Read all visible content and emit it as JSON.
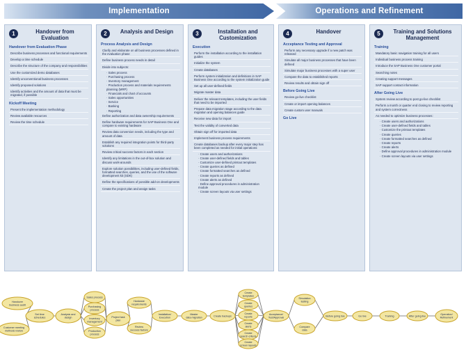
{
  "banners": {
    "implementation": "Implementation",
    "operations": "Operations and Refinement"
  },
  "columns": [
    {
      "number": "1",
      "title": "Handover from Evaluation",
      "sections": [
        {
          "heading": "Handover from Evaluation Phase",
          "items": [
            "Describe business processes and functional requirements",
            "Develop a time schedule",
            "Describe the structure of the company and responsibilities",
            "Use the customized demo databases",
            "Identify unconventional business processes",
            "Identify proposed solutions",
            "Identify activities and the amount of data that must be migrated, if possible"
          ]
        },
        {
          "heading": "Kickoff Meeting",
          "items": [
            "Present the implementation methodology",
            "Review available resources",
            "Review the time schedule"
          ]
        }
      ]
    },
    {
      "number": "2",
      "title": "Analysis and Design",
      "sections": [
        {
          "heading": "Process Analysis and Design",
          "items": [
            {
              "text": "Clarify and elaborate on all business processes defined in the evaluation phase"
            },
            {
              "text": "Define business process needs in detail"
            },
            {
              "text": "Divide into subjects:"
            },
            {
              "text": "Sales process",
              "sub": true
            },
            {
              "text": "Purchasing process",
              "sub": true
            },
            {
              "text": "Inventory management",
              "sub": true
            },
            {
              "text": "Production process and materials requirements planning (MRP)",
              "sub": true
            },
            {
              "text": "Financials and chart of accounts",
              "sub": true
            },
            {
              "text": "Sales opportunities",
              "sub": true
            },
            {
              "text": "Service",
              "sub": true
            },
            {
              "text": "Banking",
              "sub": true
            },
            {
              "text": "Reporting",
              "sub": true
            },
            {
              "text": "Define authorization and data ownership requirements"
            },
            {
              "text": "Define hardware requirements for SAP Business One and compare to existing hardware"
            },
            {
              "text": "Review data conversion needs, including the type and amount of data"
            },
            {
              "text": "Establish any required integration points for third-party solutions"
            },
            {
              "text": "Review critical success factors in each section"
            },
            {
              "text": "Identify any limitations in the out-of-box solution and discuss work-arounds"
            },
            {
              "text": "Explore solution possibilities, including user-defined fields, formatted searches, queries, and the use of the software development kit (SDK)"
            },
            {
              "text": "Define the specifications of possible add-on developments"
            },
            {
              "text": "Create the project plan and assign tasks"
            }
          ]
        }
      ]
    },
    {
      "number": "3",
      "title": "Installation and Customization",
      "sections": [
        {
          "heading": "Execution",
          "items": [
            {
              "text": "Perform the installation according to the installation guides"
            },
            {
              "text": "Initialize the system"
            },
            {
              "text": "Create databases"
            },
            {
              "text": "Perform system initialization and definitions in SAP Business One according to the system initialization guide"
            },
            {
              "text": "Set up all user-defined fields"
            },
            {
              "text": "Migrate master data"
            },
            {
              "text": "Deliver the relevant templates, including the user fields that need to be imported"
            },
            {
              "text": "Prepare data migration stage according to the data migration and opening balances guide"
            },
            {
              "text": "Receive new data for import"
            },
            {
              "text": "Test the validity of converted data"
            },
            {
              "text": "Obtain sign off for imported data"
            },
            {
              "text": "Implement business process requirements"
            },
            {
              "text": "Create databases backup after every major step has been completed as needed for initial operations:"
            },
            {
              "text": "Create users and authorizations",
              "sub": true
            },
            {
              "text": "Create user-defined fields and tables",
              "sub": true
            },
            {
              "text": "Customize user-defined printout templates",
              "sub": true
            },
            {
              "text": "Create queries as defined",
              "sub": true
            },
            {
              "text": "Create formatted searches as defined",
              "sub": true
            },
            {
              "text": "Create reports as defined",
              "sub": true
            },
            {
              "text": "Create alerts as defined",
              "sub": true
            },
            {
              "text": "Define approval procedures in administration module",
              "sub": true
            },
            {
              "text": "Create screen layouts via user settings",
              "sub": true
            }
          ]
        }
      ]
    },
    {
      "number": "4",
      "title": "Handover",
      "sections": [
        {
          "heading": "Acceptance Testing and Approval",
          "items": [
            "Perform any necessary upgrade if a new patch was released",
            "Simulate all major business processes that have been defined",
            "Simulate major business processes with a super user",
            "Compare the data to established reports",
            "Review results and obtain sign off"
          ]
        },
        {
          "heading": "Before Going Live",
          "items": [
            "Review go-live checklist",
            "Create or import opening balances",
            "Create custom user manuals"
          ]
        },
        {
          "heading": "Go Live",
          "items": []
        }
      ]
    },
    {
      "number": "5",
      "title": "Training and Solutions Management",
      "sections": [
        {
          "heading": "Training",
          "items": [
            {
              "text": "Mandatory basic navigation training for all users"
            },
            {
              "text": "Individual business process training"
            },
            {
              "text": "Introduce the SAP Business One customer portal"
            },
            {
              "text": "Searching notes"
            },
            {
              "text": "Creating support messages"
            },
            {
              "text": "SAP support contact information"
            }
          ]
        },
        {
          "heading": "After Going Live",
          "items": [
            {
              "text": "System review according to post go-live checklist"
            },
            {
              "text": "Perform a month or quarter end closing to review reporting and system correctness"
            },
            {
              "text": "As needed to optimize business processes:"
            },
            {
              "text": "Create users and authorizations",
              "sub": true
            },
            {
              "text": "Create user-defined fields and tables",
              "sub": true
            },
            {
              "text": "Customize the printout templates",
              "sub": true
            },
            {
              "text": "Create queries",
              "sub": true
            },
            {
              "text": "Create formatted searches as defined",
              "sub": true
            },
            {
              "text": "Create reports",
              "sub": true
            },
            {
              "text": "Create alerts",
              "sub": true
            },
            {
              "text": "Define approval procedures in administration module",
              "sub": true
            },
            {
              "text": "Create screen layouts via user settings",
              "sub": true
            }
          ]
        }
      ]
    }
  ],
  "flow": {
    "ovals": [
      {
        "id": "o1",
        "lines": [
          "Handover",
          "business audit"
        ]
      },
      {
        "id": "o2",
        "lines": [
          "Customer meeting",
          "methods review"
        ]
      },
      {
        "id": "o3",
        "lines": [
          "Set time",
          "schedules"
        ]
      },
      {
        "id": "o4",
        "lines": [
          "Analysis and",
          "design"
        ]
      },
      {
        "id": "o5",
        "lines": [
          "Sales process"
        ]
      },
      {
        "id": "o6",
        "lines": [
          "Purchasing",
          "process"
        ]
      },
      {
        "id": "o7",
        "lines": [
          "Inventory",
          "management"
        ]
      },
      {
        "id": "o8",
        "lines": [
          "Production",
          "process"
        ]
      },
      {
        "id": "o9",
        "lines": [
          "Project task",
          "plan"
        ]
      },
      {
        "id": "o10",
        "lines": [
          "Hardware",
          "requirements"
        ]
      },
      {
        "id": "o11",
        "lines": [
          "Review",
          "success factors"
        ]
      },
      {
        "id": "o12",
        "lines": [
          "Installation/",
          "Execution"
        ]
      },
      {
        "id": "o13",
        "lines": [
          "Master",
          "data migration"
        ]
      },
      {
        "id": "o14",
        "lines": [
          "Create backups"
        ]
      },
      {
        "id": "o15",
        "lines": [
          "Create",
          "templates"
        ]
      },
      {
        "id": "o16",
        "lines": [
          "Create",
          "queries"
        ]
      },
      {
        "id": "o17",
        "lines": [
          "Create",
          "reports"
        ]
      },
      {
        "id": "o18",
        "lines": [
          "Create",
          "alerts"
        ]
      },
      {
        "id": "o19",
        "lines": [
          "Create",
          "search criteria"
        ]
      },
      {
        "id": "o20",
        "lines": [
          "Create",
          "screen layouts"
        ]
      },
      {
        "id": "o21",
        "lines": [
          "Acceptance/",
          "Test/Approval"
        ]
      },
      {
        "id": "o22",
        "lines": [
          "Simulation",
          "testing"
        ]
      },
      {
        "id": "o23",
        "lines": [
          "Compare",
          "data"
        ]
      },
      {
        "id": "o24",
        "lines": [
          "Before going live"
        ]
      },
      {
        "id": "o25",
        "lines": [
          "Go live"
        ]
      },
      {
        "id": "o26",
        "lines": [
          "Training"
        ]
      },
      {
        "id": "o27",
        "lines": [
          "After going live"
        ]
      },
      {
        "id": "o28",
        "lines": [
          "Operation/",
          "Refinement"
        ]
      }
    ]
  }
}
